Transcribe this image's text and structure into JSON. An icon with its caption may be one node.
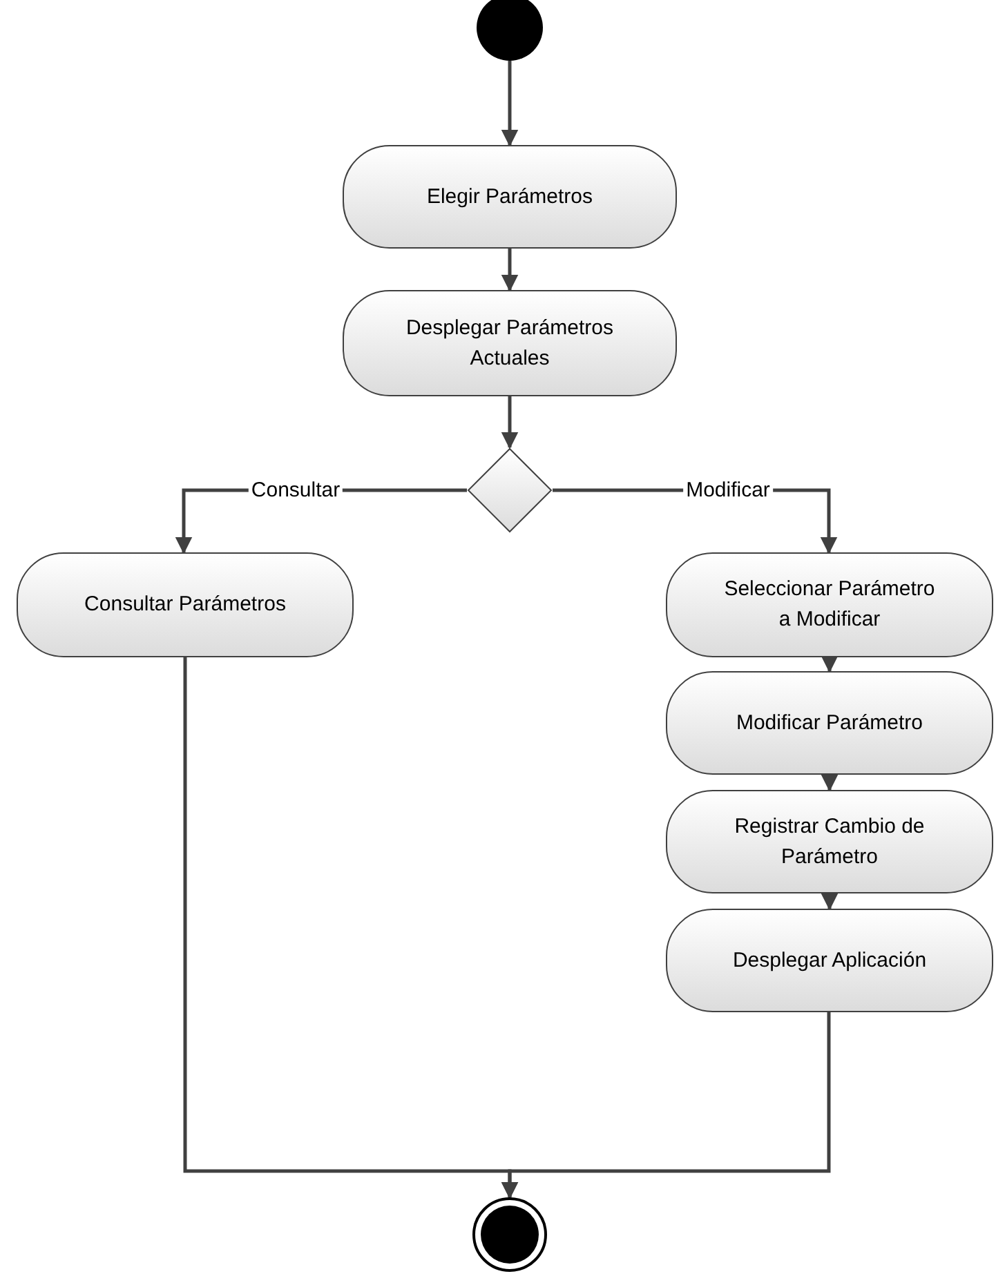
{
  "diagram": {
    "nodes": [
      {
        "text": [],
        "shape": "circle"
      },
      {
        "text": [
          "Elegir Parámetros"
        ]
      },
      {
        "text": [
          "Desplegar Parámetros Actuales"
        ]
      },
      {
        "text": [],
        "shape": "diamond"
      },
      {
        "text": [
          "Consultar Parámetros"
        ]
      },
      {
        "text": [
          "Seleccionar Parámetro a Modificar"
        ]
      },
      {
        "text": [
          "Modificar Parámetro"
        ]
      },
      {
        "text": [
          "Registrar Cambio de Parámetro"
        ]
      },
      {
        "text": [
          "Desplegar Aplicación"
        ]
      },
      {
        "text": [],
        "shape": "circle"
      }
    ],
    "edges": [
      {
        "from": 0,
        "to": 1,
        "arrow": "to"
      },
      {
        "from": 1,
        "to": 2,
        "arrow": "to"
      },
      {
        "from": 2,
        "to": 3,
        "arrow": "to"
      },
      {
        "from": 3,
        "to": 4,
        "arrow": "to",
        "label": "Consultar"
      },
      {
        "from": 3,
        "to": 5,
        "arrow": "to",
        "label": "Modificar"
      },
      {
        "from": 5,
        "to": 6,
        "arrow": "to"
      },
      {
        "from": 6,
        "to": 7,
        "arrow": "to"
      },
      {
        "from": 7,
        "to": 8,
        "arrow": "to"
      },
      {
        "from": 4,
        "to": 9,
        "arrow": "to"
      },
      {
        "from": 8,
        "to": 9,
        "arrow": "to"
      }
    ]
  }
}
